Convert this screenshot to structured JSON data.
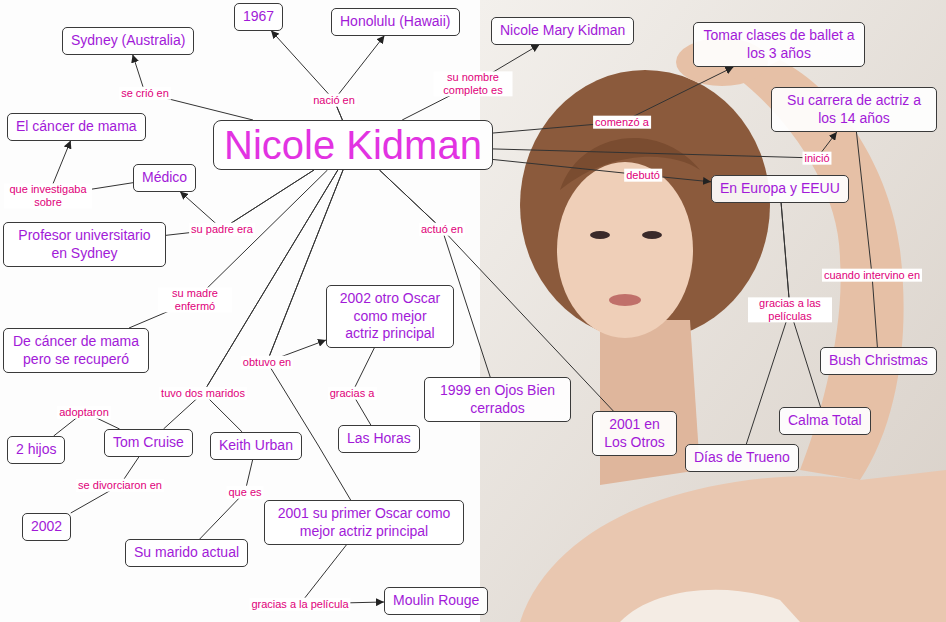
{
  "diagram": {
    "nodes": [
      {
        "text": [
          "Nicole Kidman"
        ]
      },
      {
        "text": [
          "Sydney (Australia)"
        ]
      },
      {
        "text": [
          "1967"
        ]
      },
      {
        "text": [
          "Honolulu (Hawaii)"
        ]
      },
      {
        "text": [
          "Nicole Mary Kidman"
        ]
      },
      {
        "text": [
          "Tomar clases de ballet a los 3 años"
        ]
      },
      {
        "text": [
          "Su carrera de actriz a los 14 años"
        ]
      },
      {
        "text": [
          "En Europa y EEUU"
        ]
      },
      {
        "text": [
          "El cáncer de mama"
        ]
      },
      {
        "text": [
          "Médico"
        ]
      },
      {
        "text": [
          "Profesor universitario en Sydney"
        ]
      },
      {
        "text": [
          "De cáncer de mama pero se recuperó"
        ]
      },
      {
        "text": [
          "2002 otro Oscar como mejor actriz principal"
        ]
      },
      {
        "text": [
          "1999 en Ojos Bien cerrados"
        ]
      },
      {
        "text": [
          "2001 en Los Otros"
        ]
      },
      {
        "text": [
          "Bush Christmas"
        ]
      },
      {
        "text": [
          "Calma Total"
        ]
      },
      {
        "text": [
          "Días de Trueno"
        ]
      },
      {
        "text": [
          "Las Horas"
        ]
      },
      {
        "text": [
          "Tom Cruise"
        ]
      },
      {
        "text": [
          "Keith Urban"
        ]
      },
      {
        "text": [
          "2 hijos"
        ]
      },
      {
        "text": [
          "2002"
        ]
      },
      {
        "text": [
          "Su marido actual"
        ]
      },
      {
        "text": [
          "2001 su primer Oscar como mejor actriz principal"
        ]
      },
      {
        "text": [
          "Moulin Rouge"
        ]
      }
    ],
    "edges": [
      {
        "from": 0,
        "to": 1,
        "label": "se crió en",
        "arrow": "to"
      },
      {
        "from": 0,
        "to": 2,
        "label": "nació en",
        "arrow": "to"
      },
      {
        "from": 0,
        "to": 3,
        "arrow": "to"
      },
      {
        "from": 0,
        "to": 4,
        "label": "su nombre completo es",
        "arrow": "to"
      },
      {
        "from": 0,
        "to": 5,
        "label": "comenzó a",
        "arrow": "to"
      },
      {
        "from": 0,
        "to": 6,
        "label": "inició",
        "arrow": "to"
      },
      {
        "from": 0,
        "to": 7,
        "label": "debutó",
        "arrow": "to"
      },
      {
        "from": 6,
        "to": 15,
        "label": "cuando intervino en",
        "arrow": "none"
      },
      {
        "from": 7,
        "to": 17,
        "label": "gracias a las películas",
        "arrow": "none"
      },
      {
        "from": 7,
        "to": 16,
        "arrow": "none"
      },
      {
        "from": 9,
        "to": 8,
        "label": "que investigaba sobre",
        "arrow": "to"
      },
      {
        "from": 0,
        "to": 9,
        "label": "su padre era",
        "arrow": "to"
      },
      {
        "from": 0,
        "to": 10,
        "arrow": "none"
      },
      {
        "from": 0,
        "to": 11,
        "label": "su madre enfermó",
        "arrow": "none"
      },
      {
        "from": 0,
        "to": 12,
        "label": "obtuvo en",
        "arrow": "to"
      },
      {
        "from": 0,
        "to": 24,
        "arrow": "none"
      },
      {
        "from": 12,
        "to": 18,
        "label": "gracias a",
        "arrow": "none"
      },
      {
        "from": 24,
        "to": 25,
        "label": "gracias a la película",
        "arrow": "to"
      },
      {
        "from": 0,
        "to": 13,
        "label": "actuó en",
        "arrow": "none"
      },
      {
        "from": 0,
        "to": 14,
        "arrow": "none"
      },
      {
        "from": 0,
        "to": 19,
        "label": "tuvo dos maridos",
        "arrow": "none"
      },
      {
        "from": 0,
        "to": 20,
        "arrow": "none"
      },
      {
        "from": 19,
        "to": 21,
        "label": "adoptaron",
        "arrow": "none"
      },
      {
        "from": 19,
        "to": 22,
        "label": "se divorciaron en",
        "arrow": "none"
      },
      {
        "from": 20,
        "to": 23,
        "label": "que es",
        "arrow": "none"
      }
    ]
  }
}
